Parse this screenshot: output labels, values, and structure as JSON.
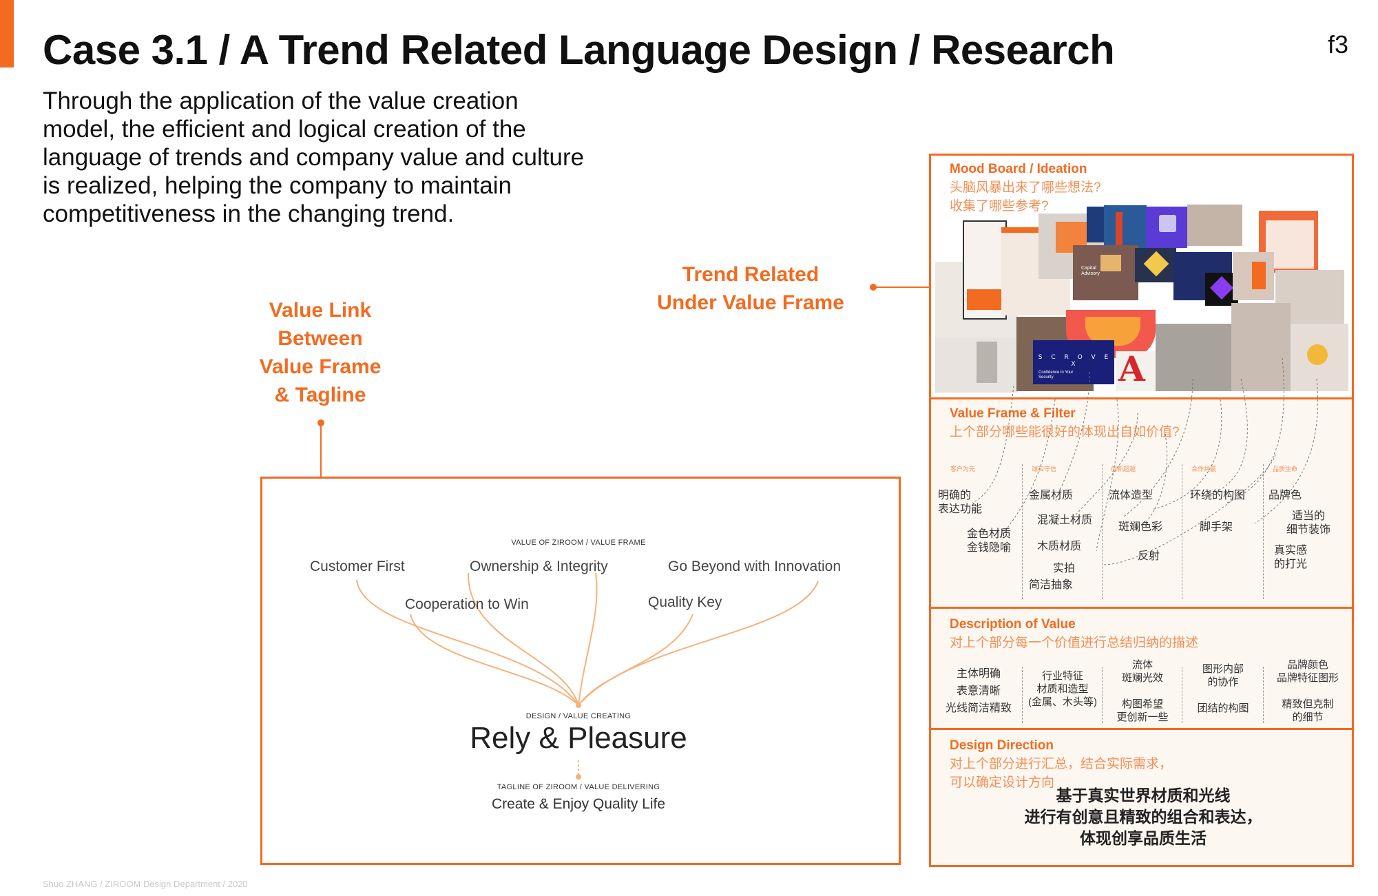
{
  "header": {
    "title": "Case 3.1 / A Trend Related Language Design / Research",
    "page_number": "f3"
  },
  "intro": {
    "lines": [
      "Through the application of the value creation",
      "model, the efficient and logical creation of the",
      "language of trends and company value and culture",
      "is realized, helping the company to maintain",
      "competitiveness in the changing trend."
    ]
  },
  "labels": {
    "value_link": [
      "Value Link",
      "Between",
      "Value Frame",
      "& Tagline"
    ],
    "trend_related": [
      "Trend Related",
      "Under Value Frame"
    ]
  },
  "value_frame": {
    "header": "VALUE OF ZIROOM / VALUE FRAME",
    "values": [
      "Customer First",
      "Ownership & Integrity",
      "Go Beyond with Innovation",
      "Cooperation to Win",
      "Quality Key"
    ],
    "design_label": "DESIGN / VALUE CREATING",
    "core": "Rely & Pleasure",
    "tagline_label": "TAGLINE OF ZIROOM / VALUE DELIVERING",
    "tagline": "Create & Enjoy Quality Life"
  },
  "panel": {
    "mood": {
      "title": "Mood Board / Ideation",
      "sub": [
        "头脑风暴出来了哪些想法?",
        "收集了哪些参考?"
      ],
      "image_text": [
        "Capital Advisory",
        "S C R O V E X",
        "Confidence in Your Security",
        "A"
      ]
    },
    "frame": {
      "title": "Value Frame & Filter",
      "sub": "上个部分哪些能很好的体现出自如价值?",
      "columns": [
        "客户为先",
        "诚实守信",
        "创新超越",
        "合作共赢",
        "品质生命"
      ],
      "items": [
        "明确的\n表达功能",
        "金色材质\n金钱隐喻",
        "金属材质",
        "混凝土材质",
        "木质材质",
        "实拍",
        "简洁抽象",
        "流体造型",
        "斑斓色彩",
        "反射",
        "环绕的构图",
        "脚手架",
        "品牌色",
        "适当的\n细节装饰",
        "真实感\n的打光"
      ]
    },
    "description": {
      "title": "Description of Value",
      "sub": "对上个部分每一个价值进行总结归纳的描述",
      "items": [
        "主体明确\n表意清晰\n光线简洁精致",
        "行业特征\n材质和造型\n(金属、木头等)",
        "流体\n斑斓光效\n\n构图希望\n更创新一些",
        "图形内部\n的协作\n\n团结的构图",
        "品牌颜色\n品牌特征图形\n\n精致但克制\n的细节"
      ]
    },
    "direction": {
      "title": "Design Direction",
      "sub": [
        "对上个部分进行汇总，结合实际需求，",
        "可以确定设计方向"
      ],
      "statement": [
        "基于真实世界材质和光线",
        "进行有创意且精致的组合和表达，",
        "体现创享品质生活"
      ]
    }
  },
  "footer": "Shuo ZHANG / ZIROOM Design Department / 2020",
  "colors": {
    "accent": "#f26b21",
    "accent_light": "#f58f55",
    "tree_line": "#f5b27a",
    "panel_bg": "#fdf7f1"
  }
}
